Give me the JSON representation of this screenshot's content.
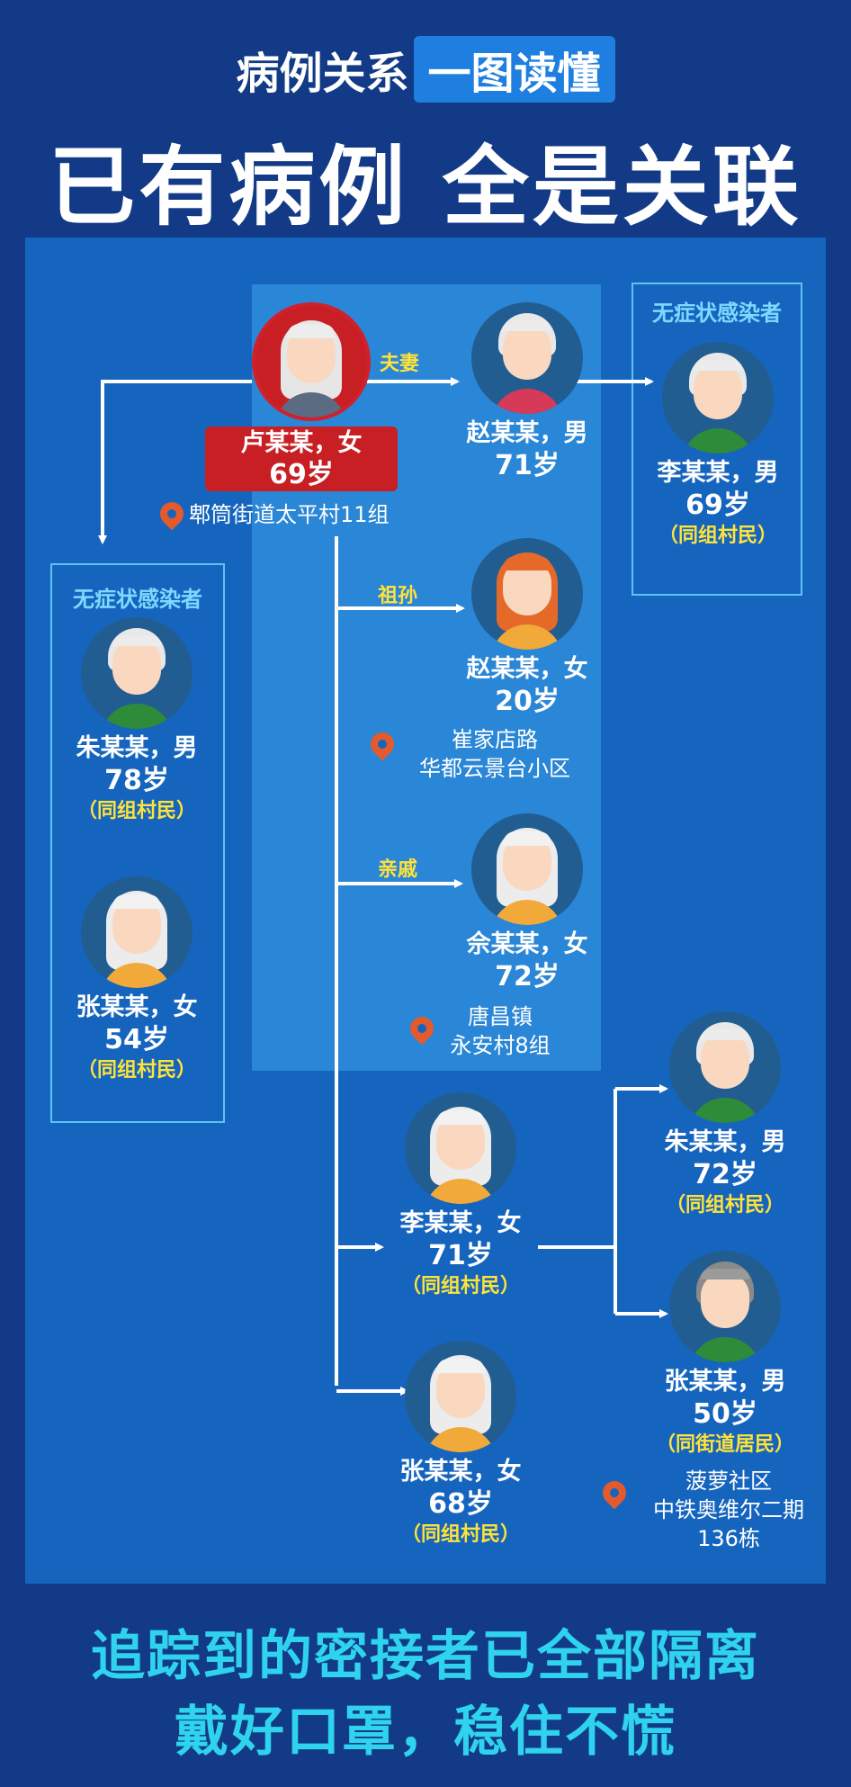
{
  "header": {
    "subtitle_plain": "病例关系",
    "subtitle_highlight": "一图读懂",
    "title": "已有病例 全是关联"
  },
  "colors": {
    "background": "#123a86",
    "panel": "#1565bf",
    "center_panel": "#2a86d6",
    "relation_label": "#ffe23a",
    "footer_text": "#2fd3ee",
    "patient_badge": "#c81f24"
  },
  "groups": {
    "left_title": "无症状感染者",
    "right_title": "无症状感染者"
  },
  "source": {
    "name": "卢某某，女",
    "age": "69岁",
    "address": "郫筒街道太平村11组"
  },
  "relations": {
    "spouse": "夫妻",
    "grandchild": "祖孙",
    "relative": "亲戚"
  },
  "people": [
    {
      "id": "zhao-m",
      "name": "赵某某，男",
      "age": "71岁"
    },
    {
      "id": "li-m",
      "name": "李某某，男",
      "age": "69岁",
      "tag": "（同组村民）"
    },
    {
      "id": "zhu-m78",
      "name": "朱某某，男",
      "age": "78岁",
      "tag": "（同组村民）"
    },
    {
      "id": "zhang-f54",
      "name": "张某某，女",
      "age": "54岁",
      "tag": "（同组村民）"
    },
    {
      "id": "zhao-f",
      "name": "赵某某，女",
      "age": "20岁",
      "address": [
        "崔家店路",
        "华都云景台小区"
      ]
    },
    {
      "id": "she-f",
      "name": "佘某某，女",
      "age": "72岁",
      "address": [
        "唐昌镇",
        "永安村8组"
      ]
    },
    {
      "id": "li-f",
      "name": "李某某，女",
      "age": "71岁",
      "tag": "（同组村民）"
    },
    {
      "id": "zhang-f68",
      "name": "张某某，女",
      "age": "68岁",
      "tag": "（同组村民）"
    },
    {
      "id": "zhu-m72",
      "name": "朱某某，男",
      "age": "72岁",
      "tag": "（同组村民）"
    },
    {
      "id": "zhang-m50",
      "name": "张某某，男",
      "age": "50岁",
      "tag": "（同街道居民）",
      "address": [
        "菠萝社区",
        "中铁奥维尔二期",
        "136栋"
      ]
    }
  ],
  "footer": {
    "line1": "追踪到的密接者已全部隔离",
    "line2": "戴好口罩，稳住不慌"
  }
}
